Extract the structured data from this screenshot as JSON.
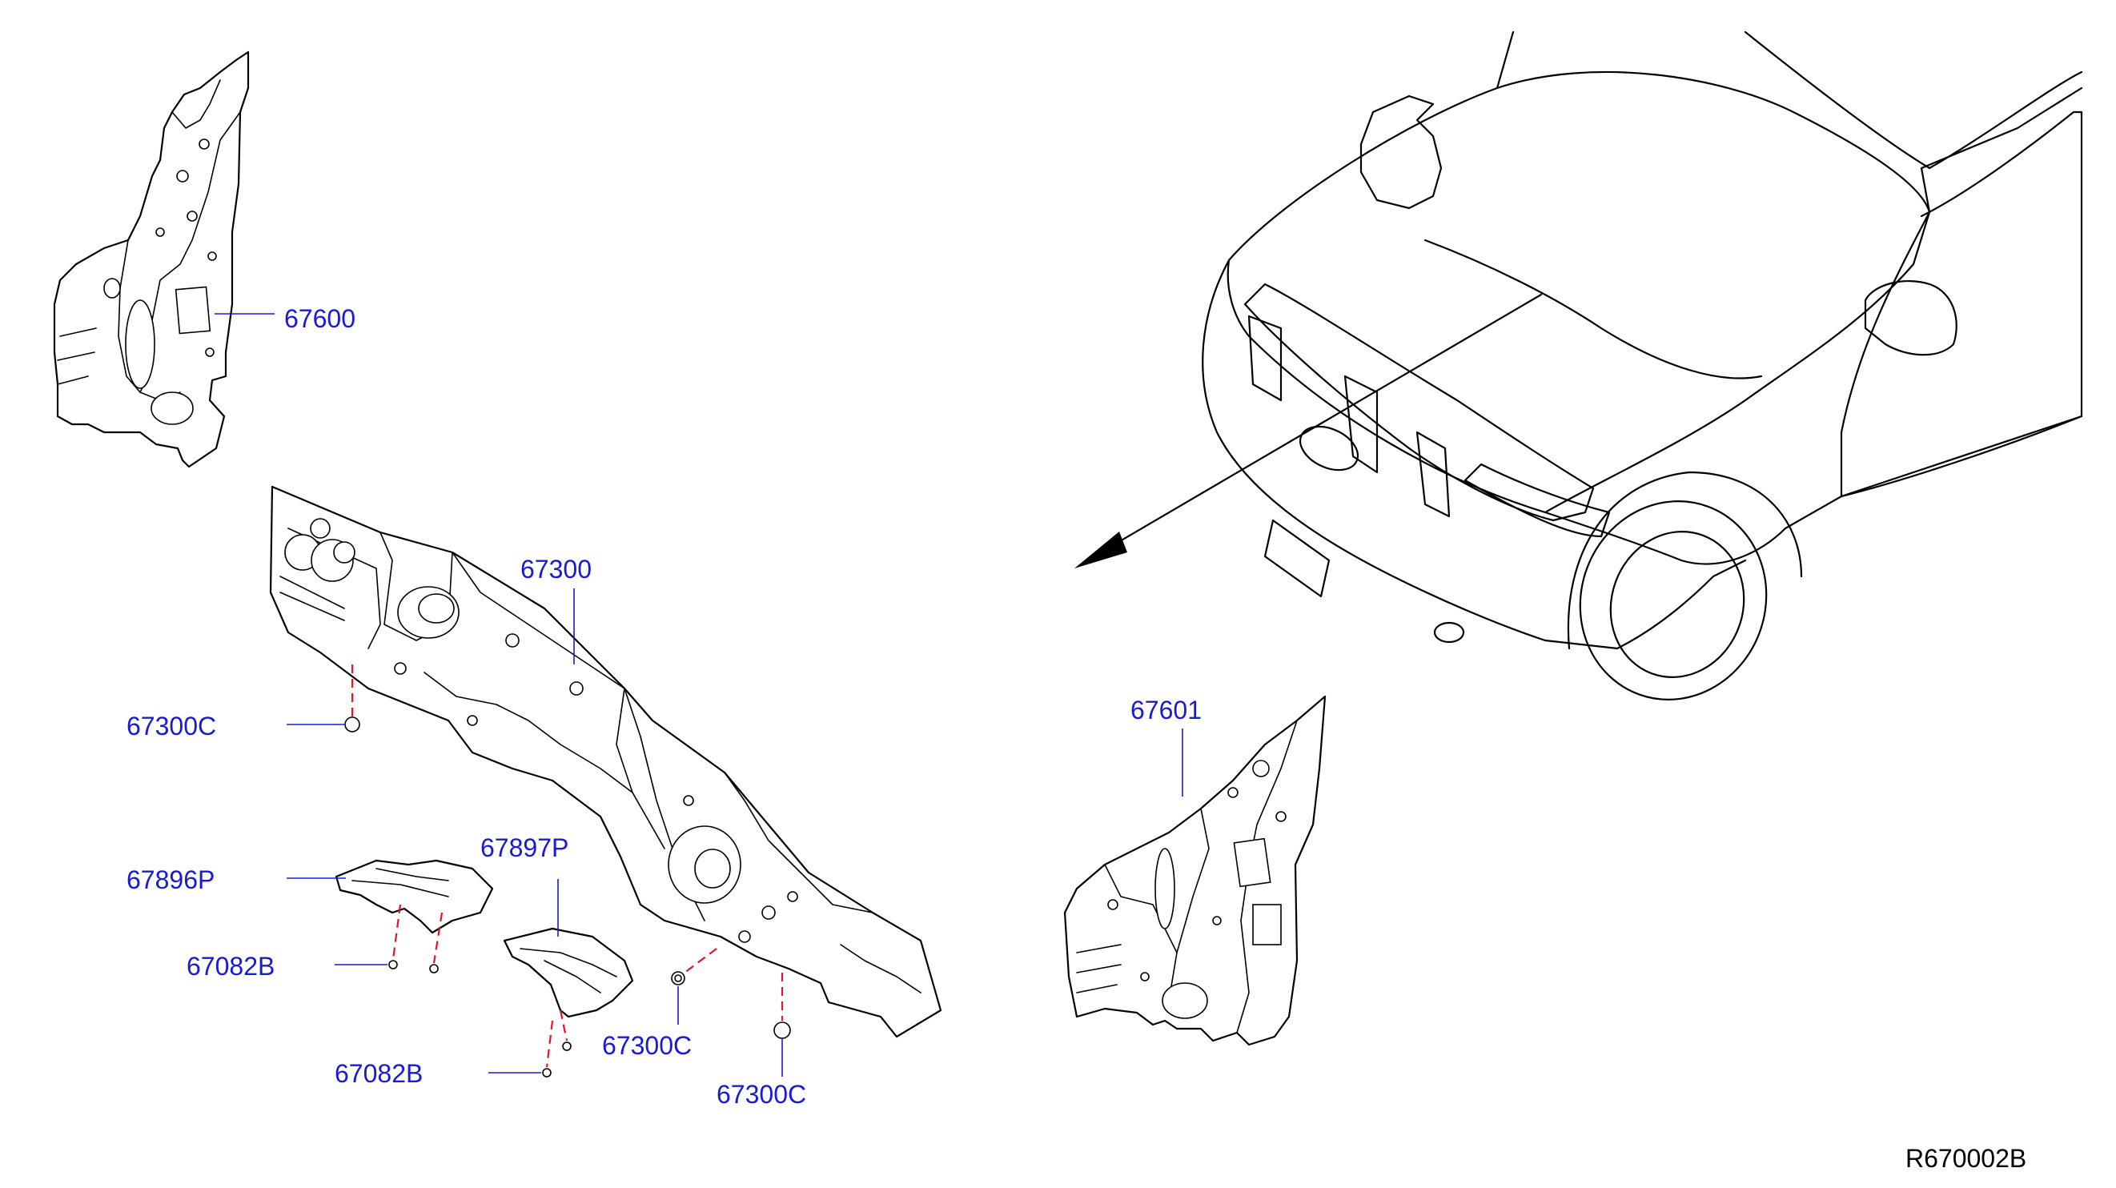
{
  "diagram": {
    "labels": {
      "p67600": "67600",
      "p67300": "67300",
      "p67300c_1": "67300C",
      "p67300c_2": "67300C",
      "p67300c_3": "67300C",
      "p67896p": "67896P",
      "p67897p": "67897P",
      "p67082b_1": "67082B",
      "p67082b_2": "67082B",
      "p67601": "67601"
    },
    "reference_code": "R670002B"
  },
  "colors": {
    "label_blue": "#1a1ad6",
    "dashed_red": "#e0142a",
    "line_black": "#000000",
    "background": "#ffffff"
  }
}
